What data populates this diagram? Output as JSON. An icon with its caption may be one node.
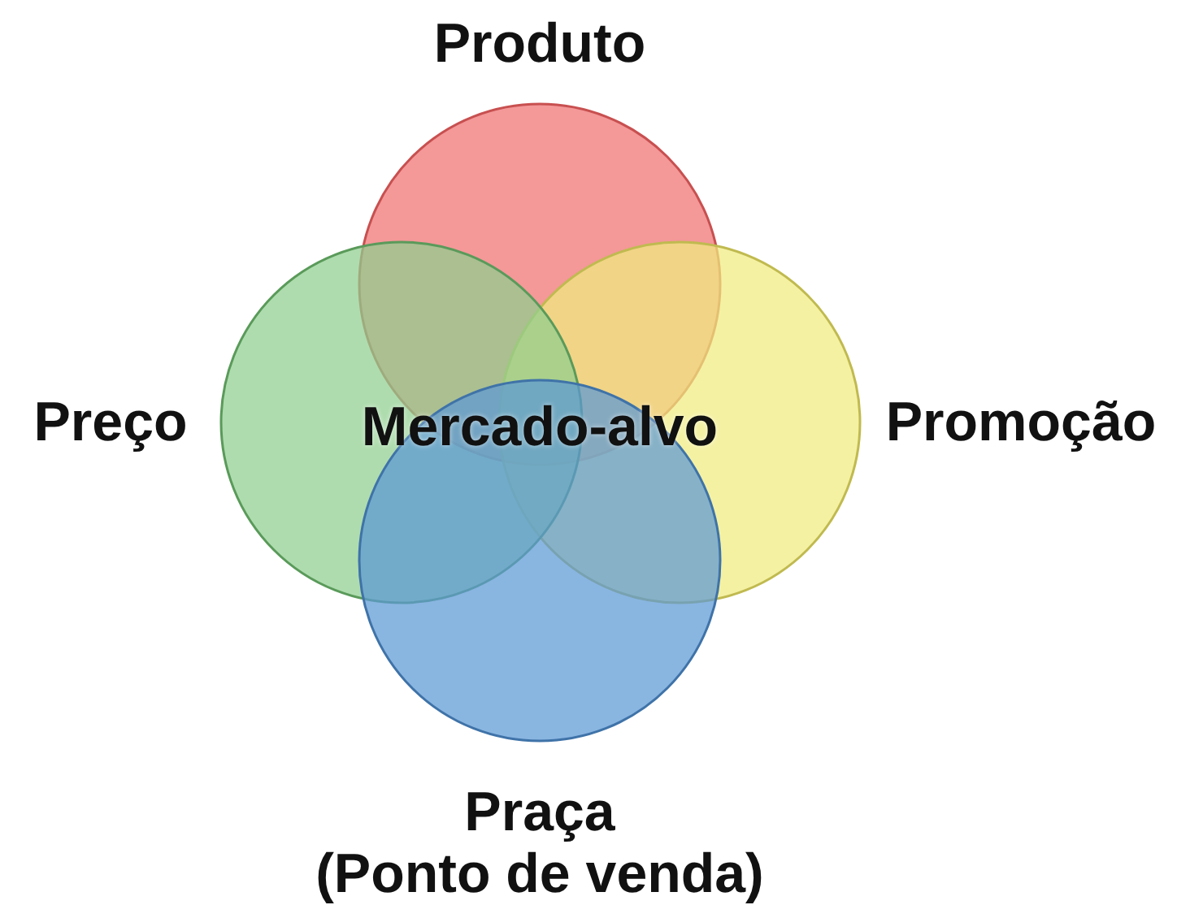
{
  "diagram": {
    "nodes": [
      {
        "text": [
          "Produto"
        ]
      },
      {
        "text": [
          "Preço"
        ]
      },
      {
        "text": [
          "Promoção"
        ]
      },
      {
        "text": [
          "Praça (Ponto de venda)"
        ]
      }
    ],
    "edges": [],
    "labels": [
      "Mercado-alvo"
    ]
  }
}
